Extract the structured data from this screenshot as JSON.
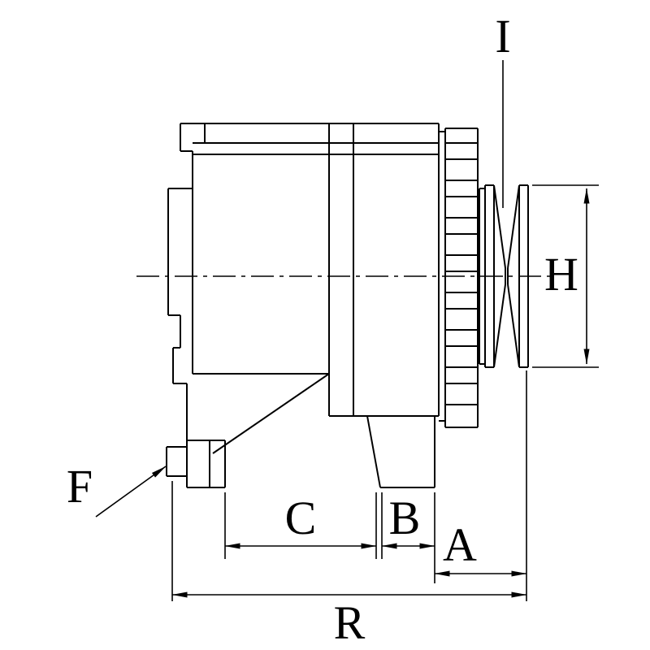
{
  "drawing": {
    "background": "#ffffff",
    "line_color": "#000000",
    "subject": "alternator side view technical dimension drawing",
    "labels": {
      "i": "I",
      "h": "H",
      "f": "F",
      "c": "C",
      "b": "B",
      "a": "A",
      "r": "R"
    }
  }
}
